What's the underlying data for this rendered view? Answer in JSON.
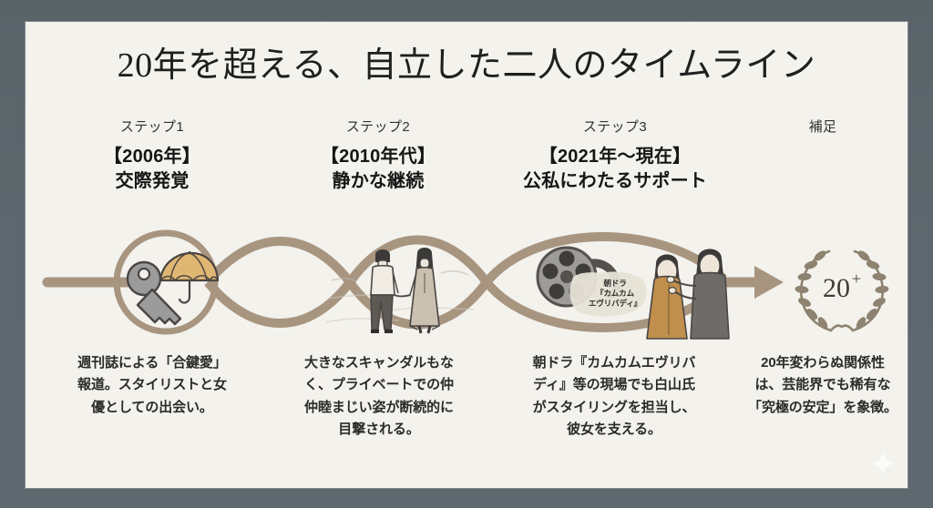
{
  "page": {
    "title": "20年を超える、自立した二人のタイムライン",
    "background_color": "#5b666c",
    "canvas_color": "#f3f2ed",
    "accent_color": "#a89580",
    "text_color": "#1f1f1f"
  },
  "timeline": {
    "columns": [
      {
        "step_label": "ステップ1",
        "title_lines": [
          "【2006年】",
          "交際発覚"
        ],
        "icon": "key-and-umbrella-icon",
        "description_lines": [
          "週刊誌による「合鍵愛」",
          "報道。スタイリストと女",
          "優としての出会い。"
        ]
      },
      {
        "step_label": "ステップ2",
        "title_lines": [
          "【2010年代】",
          "静かな継続"
        ],
        "icon": "couple-holding-hands-icon",
        "description_lines": [
          "大きなスキャンダルもな",
          "く、プライベートでの仲",
          "仲睦まじい姿が断続的に",
          "目撃される。"
        ]
      },
      {
        "step_label": "ステップ3",
        "title_lines": [
          "【2021年〜現在】",
          "公私にわたるサポート"
        ],
        "icon": "film-reel-and-stylist-icon",
        "badge_lines": [
          "朝ドラ",
          "『カムカム",
          "エヴリバディ』"
        ],
        "description_lines": [
          "朝ドラ『カムカムエヴリバ",
          "ディ』等の現場でも白山氏",
          "がスタイリングを担当し、",
          "彼女を支える。"
        ]
      },
      {
        "step_label": "補足",
        "title_lines": [],
        "icon": "laurel-wreath-icon",
        "badge_number": "20",
        "badge_suffix": "+",
        "description_lines": [
          "20年変わらぬ関係性",
          "は、芸能界でも稀有な",
          "「究極の安定」を象徴。"
        ]
      }
    ]
  }
}
